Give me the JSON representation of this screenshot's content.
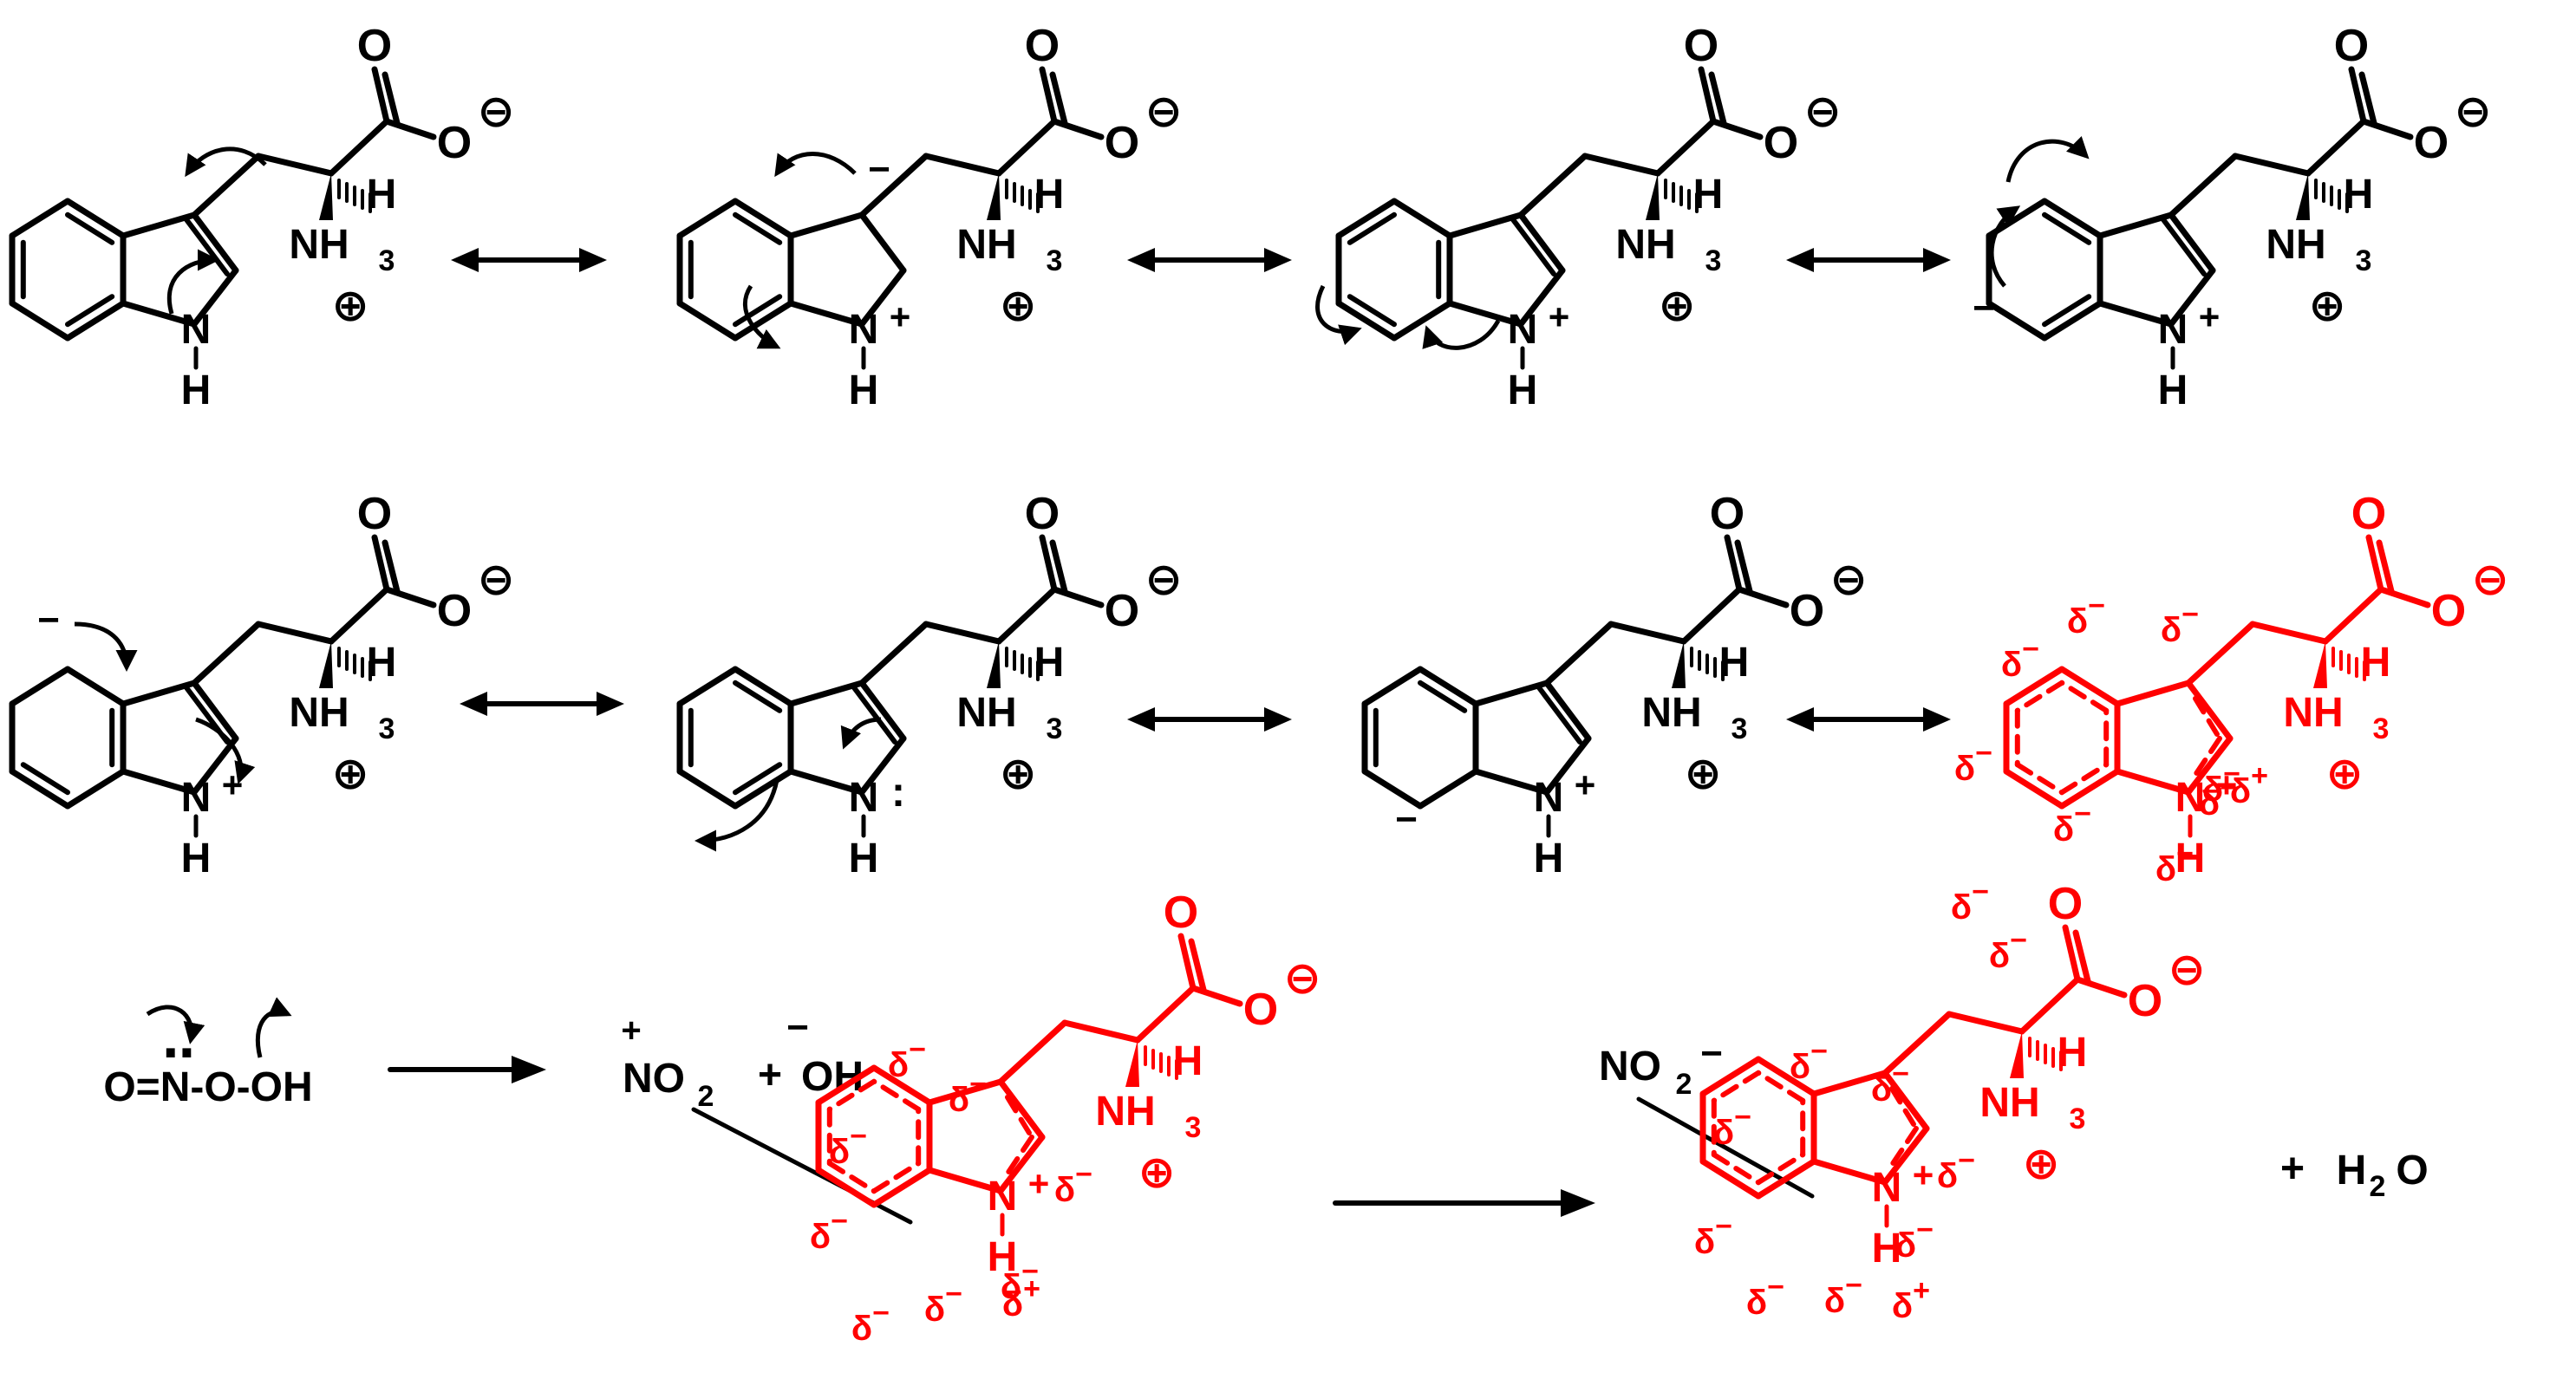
{
  "colors": {
    "neutral": "#000000",
    "highlight": "#ff0000"
  },
  "labels": {
    "o": "O",
    "nh": "N",
    "nh3": "NH",
    "sub3": "3",
    "h": "H",
    "plus": "+",
    "minus": "−",
    "oplus": "⊕",
    "ominus": "⊖",
    "delta": "δ",
    "lonepair": ":",
    "no2_top": "+",
    "no2": "NO",
    "sub2": "2",
    "plus_sep": "+",
    "oh": "OH",
    "oh_charge": "−",
    "no2_anion": "NO",
    "no2_anion_charge": "−",
    "product_plus": "+",
    "water_h": "H",
    "water_o": "O",
    "peroxynitrite": "O=N-O-OH",
    "lone_dots": "‥"
  }
}
